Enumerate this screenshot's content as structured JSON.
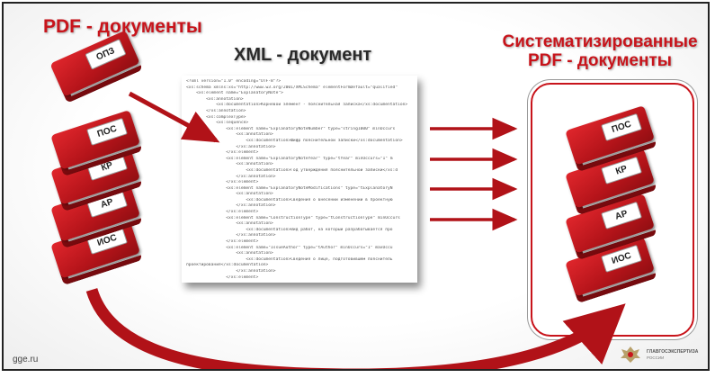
{
  "headings": {
    "pdf_docs": "PDF - документы",
    "xml_doc": "XML - документ",
    "systematized_line1": "Систематизированные",
    "systematized_line2": "PDF - документы"
  },
  "input_books": {
    "top": "ОПЗ",
    "stack": [
      "ПОС",
      "КР",
      "АР",
      "ИОС"
    ]
  },
  "output_books": [
    "ПОС",
    "КР",
    "АР",
    "ИОС"
  ],
  "xml_lines": [
    "<?xml version=\"1.0\" encoding=\"UTF-8\"?>",
    "<xs:schema xmlns:xs=\"http://www.w3.org/2001/XMLSchema\" elementFormDefault=\"qualified\"",
    "    <xs:element name=\"ExplanatoryNote\">",
    "        <xs:annotation>",
    "            <xs:documentation>Корневой элемент - пояснительная записка</xs:documentation>",
    "        </xs:annotation>",
    "        <xs:complexType>",
    "            <xs:sequence>",
    "                <xs:element name=\"ExplanatoryNoteNumber\" type=\"string1000\" minOccurs",
    "                    <xs:annotation>",
    "                        <xs:documentation>Шифр пояснительной записки</xs:documentation>",
    "                    </xs:annotation>",
    "                </xs:element>",
    "                <xs:element name=\"ExplanatoryNoteYear\" type=\"tYear\" minOccurs=\"1\" m",
    "                    <xs:annotation>",
    "                        <xs:documentation>Год утверждения пояснительной записки</xs:d",
    "                    </xs:annotation>",
    "                </xs:element>",
    "                <xs:element name=\"ExplanatoryNoteModifications\" type=\"tExplanatoryN",
    "                    <xs:annotation>",
    "                        <xs:documentation>Сведения о внесении изменений в проектную",
    "                    </xs:annotation>",
    "                </xs:element>",
    "                <xs:element name=\"ConstructionType\" type=\"tConstructionType\" minOccurs",
    "                    <xs:annotation>",
    "                        <xs:documentation>Вид работ, на который разрабатывается про",
    "                    </xs:annotation>",
    "                </xs:element>",
    "                <xs:element name=\"IssueAuthor\" type=\"tAuthor\" minOccurs=\"1\" maxOccu",
    "                    <xs:annotation>",
    "                        <xs:documentation>Сведения о лице, подготовившем пояснитель",
    "проектирования</xs:documentation>",
    "                    </xs:annotation>",
    "                </xs:element>"
  ],
  "footer": {
    "site": "gge.ru",
    "logo_line1": "ГЛАВГОСЭКСПЕРТИЗА",
    "logo_line2": "РОССИИ"
  },
  "colors": {
    "accent_red": "#c8141b",
    "arrow_red": "#b11218",
    "book_red": "#c81a20"
  },
  "icons": [
    "book-icon",
    "arrow-icon",
    "curved-arrow-icon",
    "logo-emblem-icon"
  ]
}
